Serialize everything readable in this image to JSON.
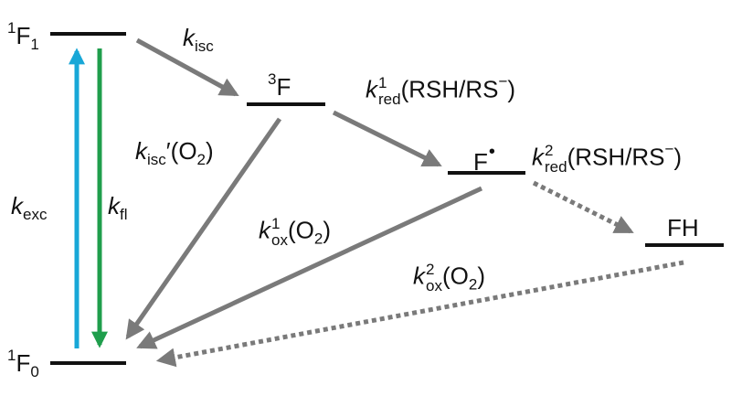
{
  "colors": {
    "level": "#111111",
    "arrow_grey": "#7a7a7a",
    "arrow_blue": "#18a7d7",
    "arrow_green": "#1f9e4c"
  },
  "states": {
    "s1": {
      "sup": "1",
      "main": "F",
      "sub": "1"
    },
    "t3": {
      "sup": "3",
      "main": "F"
    },
    "radical": {
      "main": "F",
      "dot": "•"
    },
    "fh": {
      "main": "FH"
    },
    "s0": {
      "sup": "1",
      "main": "F",
      "sub": "0"
    }
  },
  "rates": {
    "k_isc": {
      "k": "k",
      "sub": "isc"
    },
    "k_isc_o2": {
      "k": "k",
      "sub": "isc",
      "prime": "′",
      "tail": "(O",
      "tail_sub": "2",
      "close": ")"
    },
    "k_red1": {
      "k": "k",
      "sup": "1",
      "sub": "red",
      "tail": "(RSH/RS",
      "tail_sup": "−",
      "close": ")"
    },
    "k_red2": {
      "k": "k",
      "sup": "2",
      "sub": "red",
      "tail": "(RSH/RS",
      "tail_sup": "−",
      "close": ")"
    },
    "k_ox1": {
      "k": "k",
      "sup": "1",
      "sub": "ox",
      "tail": "(O",
      "tail_sub": "2",
      "close": ")"
    },
    "k_ox2": {
      "k": "k",
      "sup": "2",
      "sub": "ox",
      "tail": "(O",
      "tail_sub": "2",
      "close": ")"
    },
    "k_exc": {
      "k": "k",
      "sub": "exc"
    },
    "k_fl": {
      "k": "k",
      "sub": "fl"
    }
  }
}
